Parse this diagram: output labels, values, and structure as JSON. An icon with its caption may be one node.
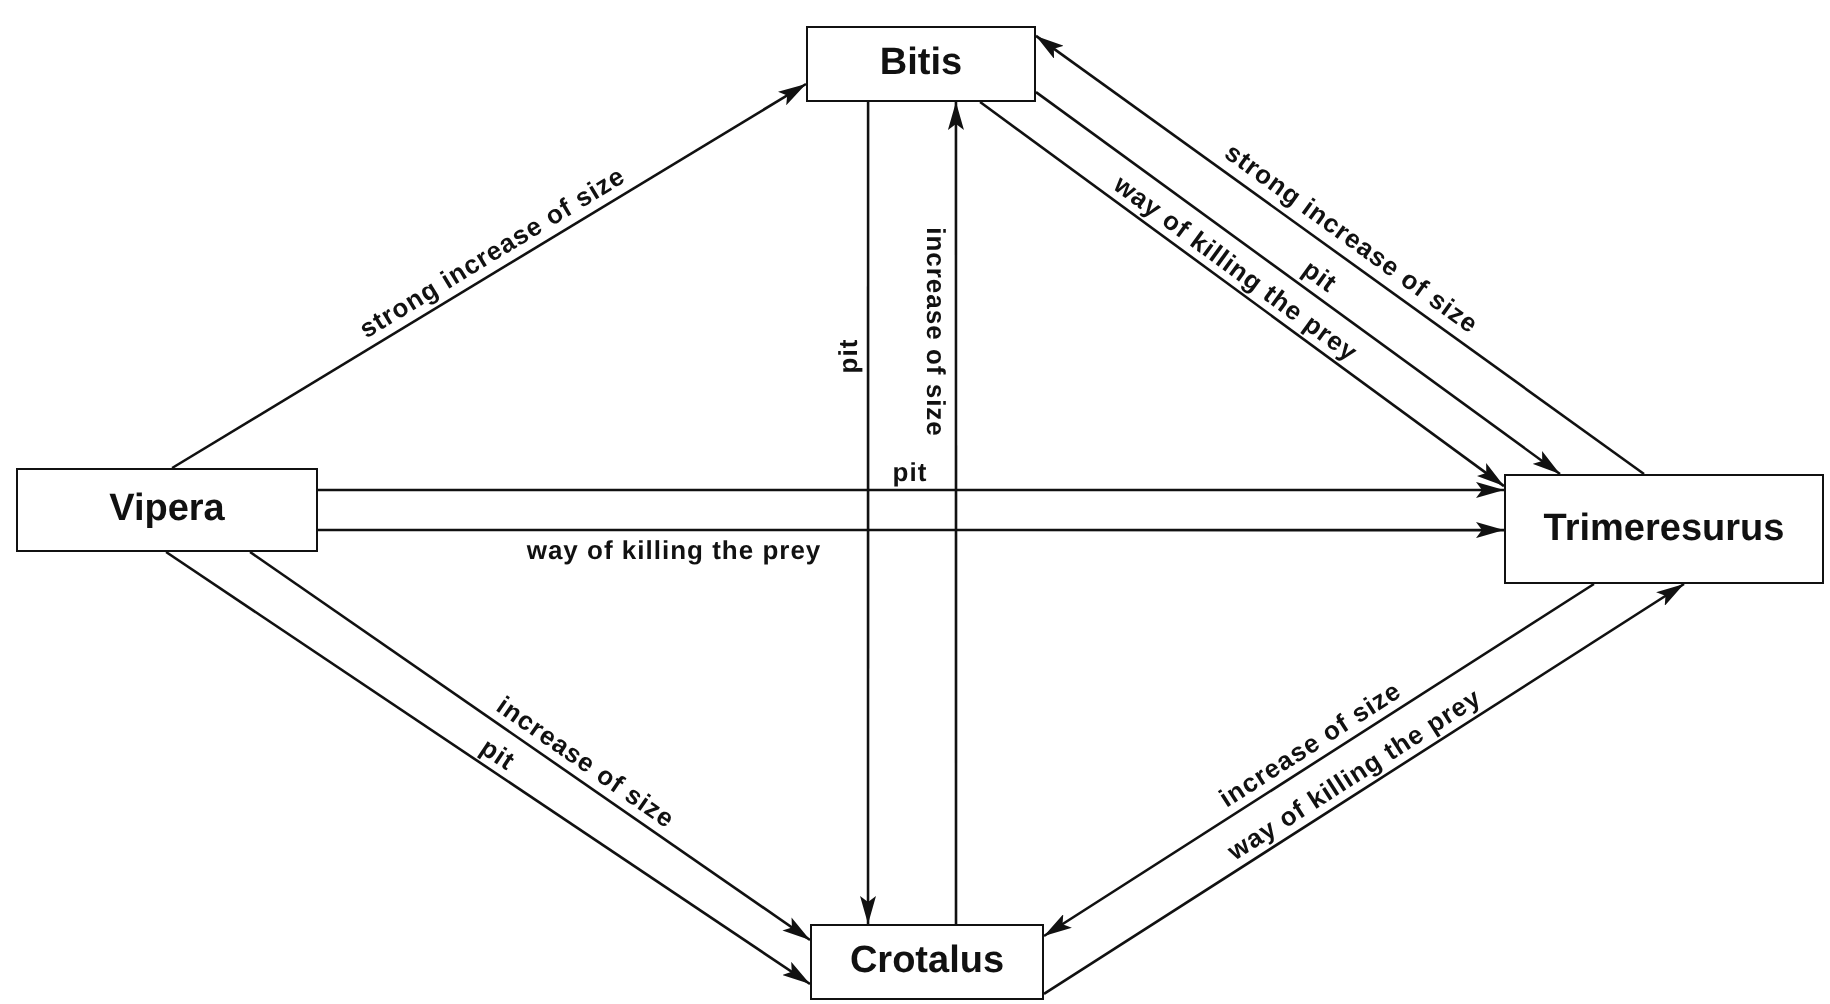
{
  "diagram": {
    "nodes": [
      {
        "text": [
          "Bitis"
        ]
      },
      {
        "text": [
          "Vipera"
        ]
      },
      {
        "text": [
          "Trimeresurus"
        ]
      },
      {
        "text": [
          "Crotalus"
        ]
      }
    ],
    "edges": [
      {
        "from": 1,
        "to": 0,
        "arrow": "to",
        "label": "strong increase of size"
      },
      {
        "from": 2,
        "to": 0,
        "arrow": "to",
        "label": "strong increase of size"
      },
      {
        "from": 0,
        "to": 2,
        "arrow": "to",
        "label": "pit"
      },
      {
        "from": 0,
        "to": 2,
        "arrow": "to",
        "label": "way of killing the prey"
      },
      {
        "from": 1,
        "to": 2,
        "arrow": "to",
        "label": "pit"
      },
      {
        "from": 1,
        "to": 2,
        "arrow": "to",
        "label": "way of killing the prey"
      },
      {
        "from": 0,
        "to": 3,
        "arrow": "to",
        "label": "pit"
      },
      {
        "from": 3,
        "to": 0,
        "arrow": "to",
        "label": "increase of size"
      },
      {
        "from": 1,
        "to": 3,
        "arrow": "to",
        "label": "increase of size"
      },
      {
        "from": 1,
        "to": 3,
        "arrow": "to",
        "label": "pit"
      },
      {
        "from": 2,
        "to": 3,
        "arrow": "to",
        "label": "increase of size"
      },
      {
        "from": 3,
        "to": 2,
        "arrow": "to",
        "label": "way of killing the prey"
      }
    ]
  }
}
